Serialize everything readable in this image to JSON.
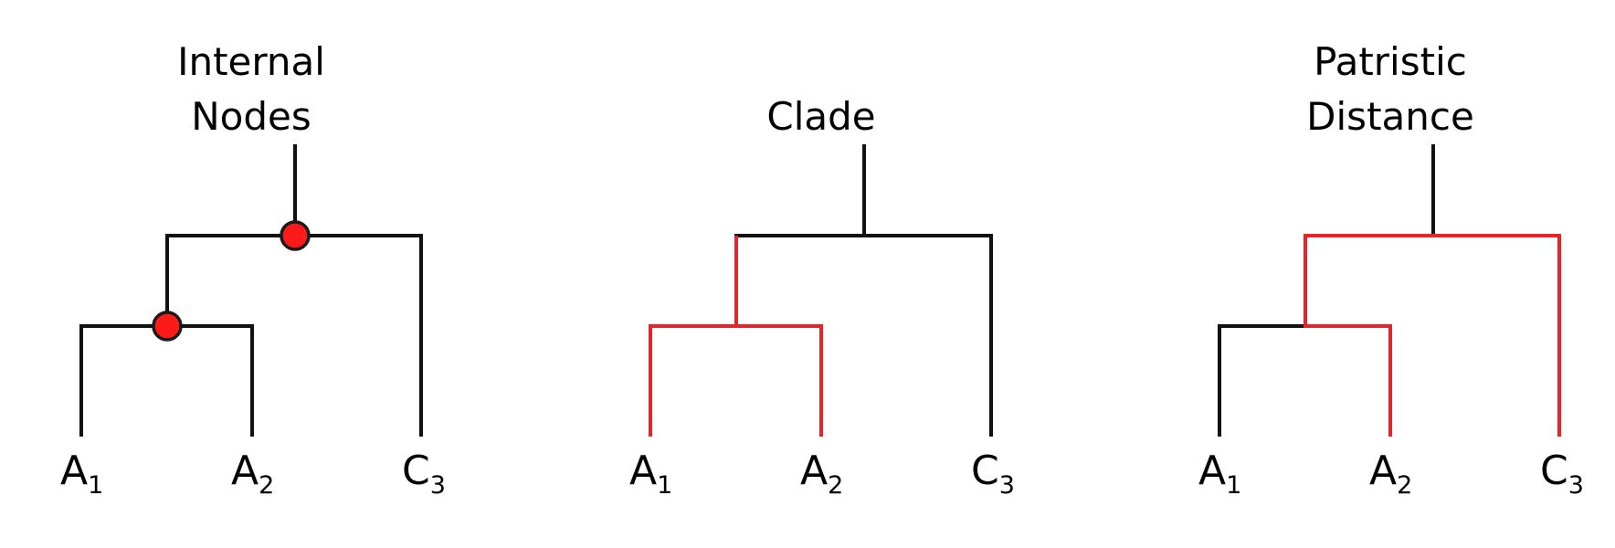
{
  "colors": {
    "branch": "#111111",
    "highlight": "#e8242b",
    "node_fill": "#ff1a1a",
    "node_stroke": "#1a1a1a"
  },
  "panels": [
    {
      "title_lines": [
        "Internal",
        "Nodes"
      ],
      "leaves": [
        {
          "letter": "A",
          "sub": "1"
        },
        {
          "letter": "A",
          "sub": "2"
        },
        {
          "letter": "C",
          "sub": "3"
        }
      ],
      "highlight": "internal-nodes"
    },
    {
      "title_lines": [
        "Clade"
      ],
      "leaves": [
        {
          "letter": "A",
          "sub": "1"
        },
        {
          "letter": "A",
          "sub": "2"
        },
        {
          "letter": "C",
          "sub": "3"
        }
      ],
      "highlight": "clade"
    },
    {
      "title_lines": [
        "Patristic",
        "Distance"
      ],
      "leaves": [
        {
          "letter": "A",
          "sub": "1"
        },
        {
          "letter": "A",
          "sub": "2"
        },
        {
          "letter": "C",
          "sub": "3"
        }
      ],
      "highlight": "patristic-distance"
    }
  ]
}
